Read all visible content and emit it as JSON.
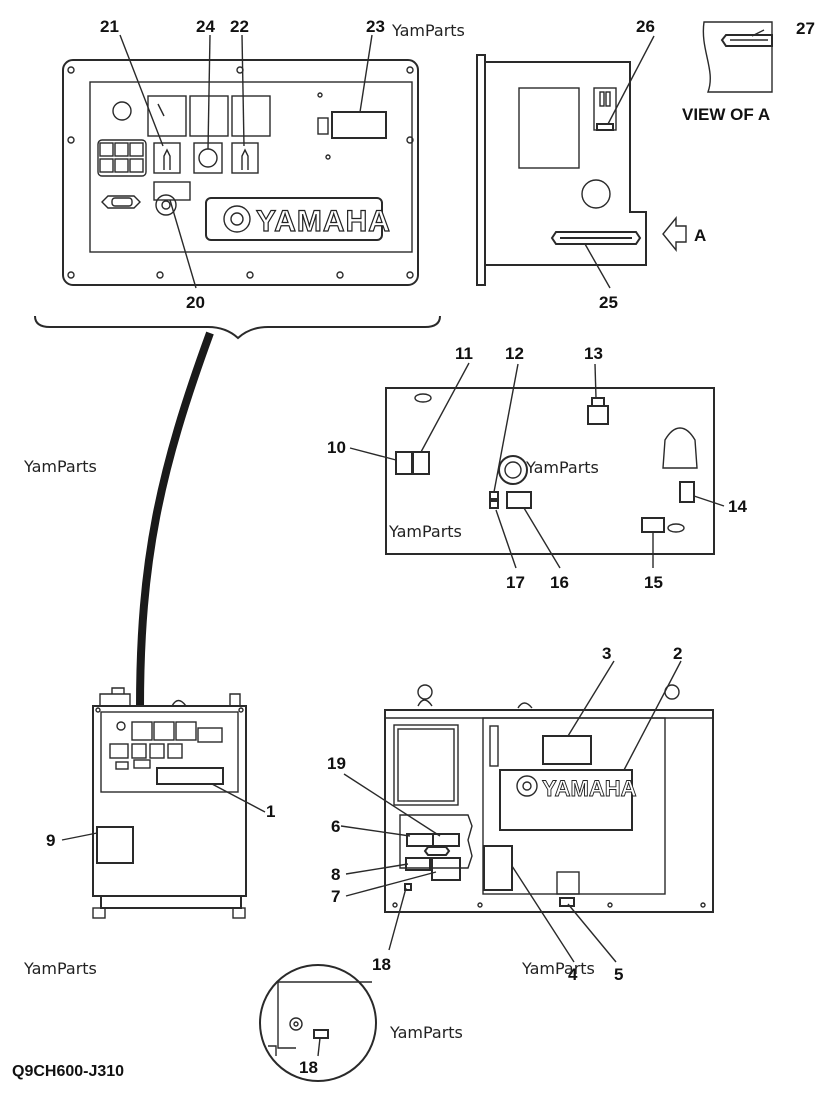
{
  "callouts": {
    "c1": "1",
    "c2": "2",
    "c3": "3",
    "c4": "4",
    "c5": "5",
    "c6": "6",
    "c7": "7",
    "c8": "8",
    "c9": "9",
    "c10": "10",
    "c11": "11",
    "c12": "12",
    "c13": "13",
    "c14": "14",
    "c15": "15",
    "c16": "16",
    "c17": "17",
    "c18": "18",
    "c18b": "18",
    "c19": "19",
    "c20": "20",
    "c21": "21",
    "c22": "22",
    "c23": "23",
    "c24": "24",
    "c25": "25",
    "c26": "26",
    "c27": "27"
  },
  "labels": {
    "view_of_a": "VIEW OF A",
    "arrow_a": "A",
    "brand": "YAMAHA",
    "figure_code": "Q9CH600-J310"
  },
  "watermark": "YamParts"
}
